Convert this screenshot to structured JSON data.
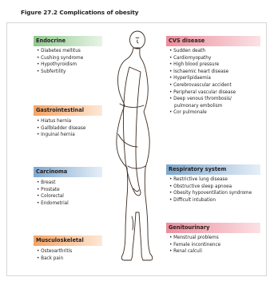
{
  "figure_title": "Figure 27.2  Complications of obesity",
  "groups": {
    "endocrine": {
      "title": "Endocrine",
      "items": [
        "Diabetes mellitus",
        "Cushing syndrome",
        "Hypothyroidism",
        "Subfertility"
      ]
    },
    "gastrointestinal": {
      "title": "Gastrointestinal",
      "items": [
        "Hiatus hernia",
        "Gallbladder disease",
        "Inguinal hernia"
      ]
    },
    "carcinoma": {
      "title": "Carcinoma",
      "items": [
        "Breast",
        "Prostate",
        "Colorectal",
        "Endometrial"
      ]
    },
    "musculoskeletal": {
      "title": "Musculoskeletal",
      "items": [
        "Osteoarthritis",
        "Back pain"
      ]
    },
    "cvs": {
      "title": "CVS disease",
      "items": [
        "Sudden death",
        "Cardiomyopathy",
        "High blood pressure",
        "Ischaemic heart disease",
        "Hyperlipidaemia",
        "Cerebrovascular accident",
        "Peripheral vascular disease",
        "Deep venous thrombosis/",
        "pulmonary embolism",
        "Cor pulmonale"
      ]
    },
    "respiratory": {
      "title": "Respiratory system",
      "items": [
        "Restrictive lung disease",
        "Obstructive sleep apnoea",
        "Obesity hypoventilation syndrome",
        "Difficult intubation"
      ]
    },
    "genitourinary": {
      "title": "Genitourinary",
      "items": [
        "Menstrual problems",
        "Female incontinence",
        "Renal calculi"
      ]
    }
  },
  "colors": {
    "endocrine": "#8fc98c",
    "gastrointestinal": "#f3a465",
    "carcinoma": "#7ea8cf",
    "musculoskeletal": "#f3a465",
    "cvs": "#ec8e9c",
    "respiratory": "#7ea8cf",
    "genitourinary": "#ec8e9c",
    "skin": "#fbe9dd",
    "outline": "#3c2b20"
  }
}
